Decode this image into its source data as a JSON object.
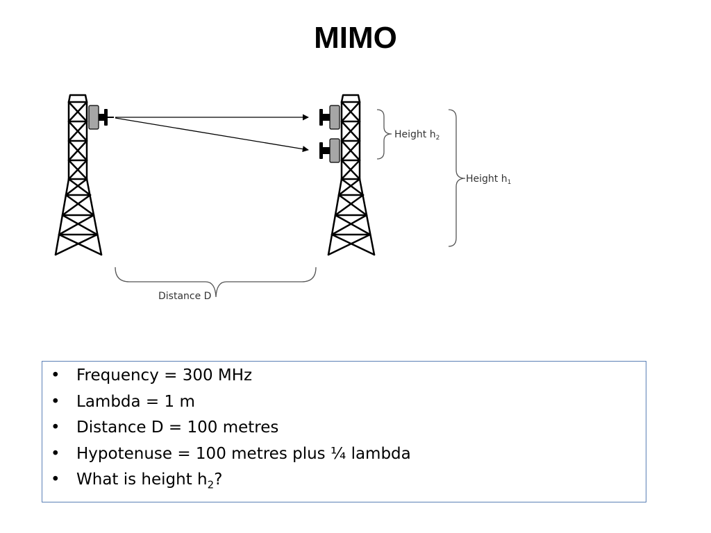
{
  "slide": {
    "title": "MIMO"
  },
  "diagram": {
    "labels": {
      "height_h2_text": "Height h",
      "height_h2_sub": "2",
      "height_h1_text": "Height h",
      "height_h1_sub": "1",
      "distance": "Distance D"
    },
    "icons": [
      "tower-left-icon",
      "tower-right-icon",
      "antenna-transmit-icon",
      "antenna-receive-top-icon",
      "antenna-receive-bottom-icon"
    ]
  },
  "bullets": {
    "bullet_char": "•",
    "items": [
      {
        "text": "Frequency = 300 MHz",
        "sub": "",
        "suffix": ""
      },
      {
        "text": "Lambda = 1 m",
        "sub": "",
        "suffix": ""
      },
      {
        "text": "Distance D = 100 metres",
        "sub": "",
        "suffix": ""
      },
      {
        "text": "Hypotenuse = 100 metres plus ¼ lambda",
        "sub": "",
        "suffix": ""
      },
      {
        "text": "What is height h",
        "sub": "2",
        "suffix": "?"
      }
    ]
  },
  "colors": {
    "box_border": "#5a7fb5",
    "antenna_gray": "#a6a6a6",
    "label_text": "#333333",
    "line": "#000000"
  }
}
